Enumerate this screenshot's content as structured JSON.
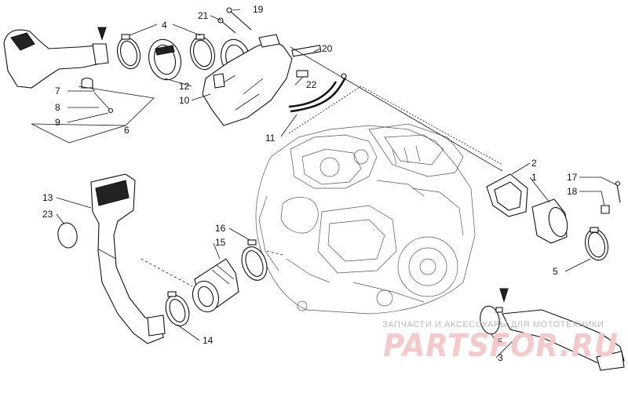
{
  "diagram": {
    "callouts": {
      "c1": "1",
      "c2": "2",
      "c3": "3",
      "c4": "4",
      "c5a": "5",
      "c5b": "5",
      "c6": "6",
      "c7": "7",
      "c8": "8",
      "c9": "9",
      "c10": "10",
      "c11": "11",
      "c12": "12",
      "c13": "13",
      "c14": "14",
      "c15": "15",
      "c16": "16",
      "c17": "17",
      "c18": "18",
      "c19": "19",
      "c20": "20",
      "c21": "21",
      "c22": "22",
      "c23": "23"
    },
    "watermark": {
      "tagline": "ЗАПЧАСТИ И АКСЕССУАРЫ ДЛЯ МОТОТЕХНИКИ",
      "logo": "PARTSFOR.RU"
    },
    "colors": {
      "line": "#111111",
      "engine": "#555555",
      "watermark_logo": "#f4c9c9",
      "watermark_text": "#b9b9b9"
    }
  }
}
